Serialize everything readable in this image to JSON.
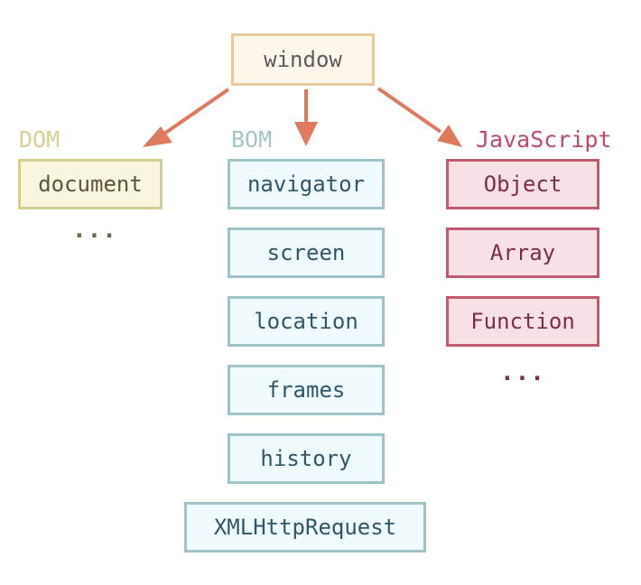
{
  "root": {
    "label": "window"
  },
  "groups": {
    "dom": {
      "title": "DOM",
      "items": [
        "document"
      ],
      "more": "..."
    },
    "bom": {
      "title": "BOM",
      "items": [
        "navigator",
        "screen",
        "location",
        "frames",
        "history",
        "XMLHttpRequest"
      ]
    },
    "javascript": {
      "title": "JavaScript",
      "items": [
        "Object",
        "Array",
        "Function"
      ],
      "more": "..."
    }
  },
  "colors": {
    "arrow": "#e07a5f",
    "window_border": "#e6c99c",
    "dom_border": "#d3cf92",
    "bom_border": "#9ec4c8",
    "js_border": "#bf5a70"
  }
}
